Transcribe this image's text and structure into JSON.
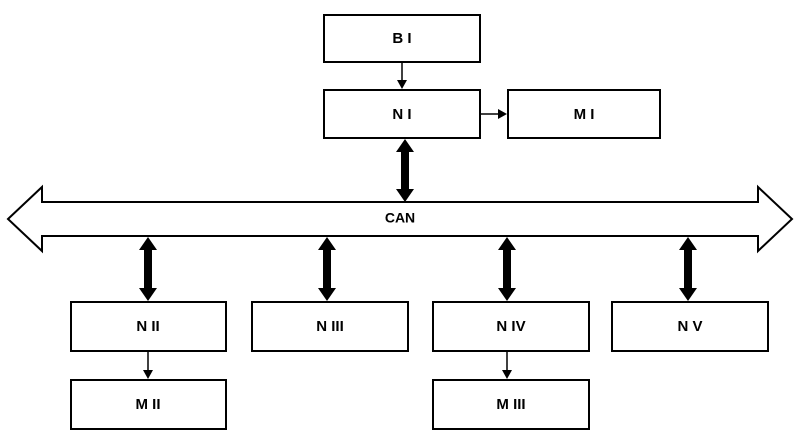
{
  "diagram": {
    "bus": {
      "label": "CAN"
    },
    "nodes": {
      "b1": "B I",
      "n1": "N I",
      "m1": "M I",
      "n2": "N II",
      "n3": "N III",
      "n4": "N IV",
      "n5": "N V",
      "m2": "M II",
      "m3": "M III"
    },
    "colors": {
      "stroke": "#000000",
      "fill": "#ffffff"
    }
  }
}
